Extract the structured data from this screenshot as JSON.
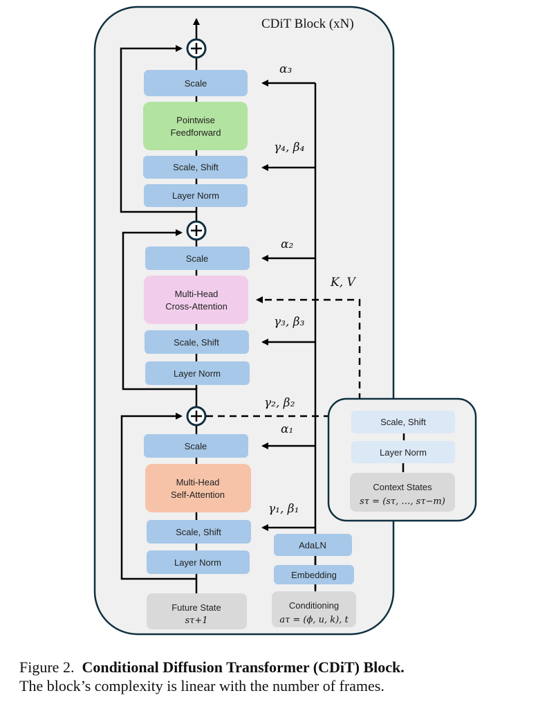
{
  "block_title": "CDiT Block (xN)",
  "main_column": {
    "ffn_stage": {
      "scale": "Scale",
      "module": [
        "Pointwise",
        "Feedforward"
      ],
      "scale_shift": "Scale, Shift",
      "layer_norm": "Layer Norm",
      "alpha_label": "α₃",
      "gamma_beta_label": "γ₄, β₄"
    },
    "cross_attention_stage": {
      "scale": "Scale",
      "module": [
        "Multi-Head",
        "Cross-Attention"
      ],
      "scale_shift": "Scale, Shift",
      "layer_norm": "Layer Norm",
      "alpha_label": "α₂",
      "gamma_beta_label": "γ₃, β₃",
      "kv_label": "K, V"
    },
    "self_attention_stage": {
      "scale": "Scale",
      "module": [
        "Multi-Head",
        "Self-Attention"
      ],
      "scale_shift": "Scale, Shift",
      "layer_norm": "Layer Norm",
      "alpha_label": "α₁",
      "gamma_beta_label": "γ₁, β₁"
    },
    "input": {
      "title": "Future State",
      "formula": "sτ+1"
    }
  },
  "conditioning_column": {
    "adaln": "AdaLN",
    "embedding": "Embedding",
    "input_title": "Conditioning",
    "input_formula": "aτ = (ϕ, u, k), t"
  },
  "context_panel": {
    "gamma_beta_label": "γ₂, β₂",
    "scale_shift": "Scale, Shift",
    "layer_norm": "Layer Norm",
    "input_title": "Context States",
    "input_formula": "sτ = (sτ, …, sτ−m)"
  },
  "caption": {
    "prefix": "Figure 2.",
    "bold_title": "Conditional Diffusion Transformer (CDiT) Block.",
    "body": "The block’s complexity is linear with the number of frames."
  },
  "colors": {
    "outer_fill": "#f0f0f0",
    "outer_stroke": "#0f2f3f",
    "blue_box": "#a7c8e8",
    "light_blue_box": "#dbe8f6",
    "green_box": "#b3e3a0",
    "pink_box": "#f2cdeb",
    "orange_box": "#f6c3a8",
    "gray_box": "#d9d9d9"
  }
}
